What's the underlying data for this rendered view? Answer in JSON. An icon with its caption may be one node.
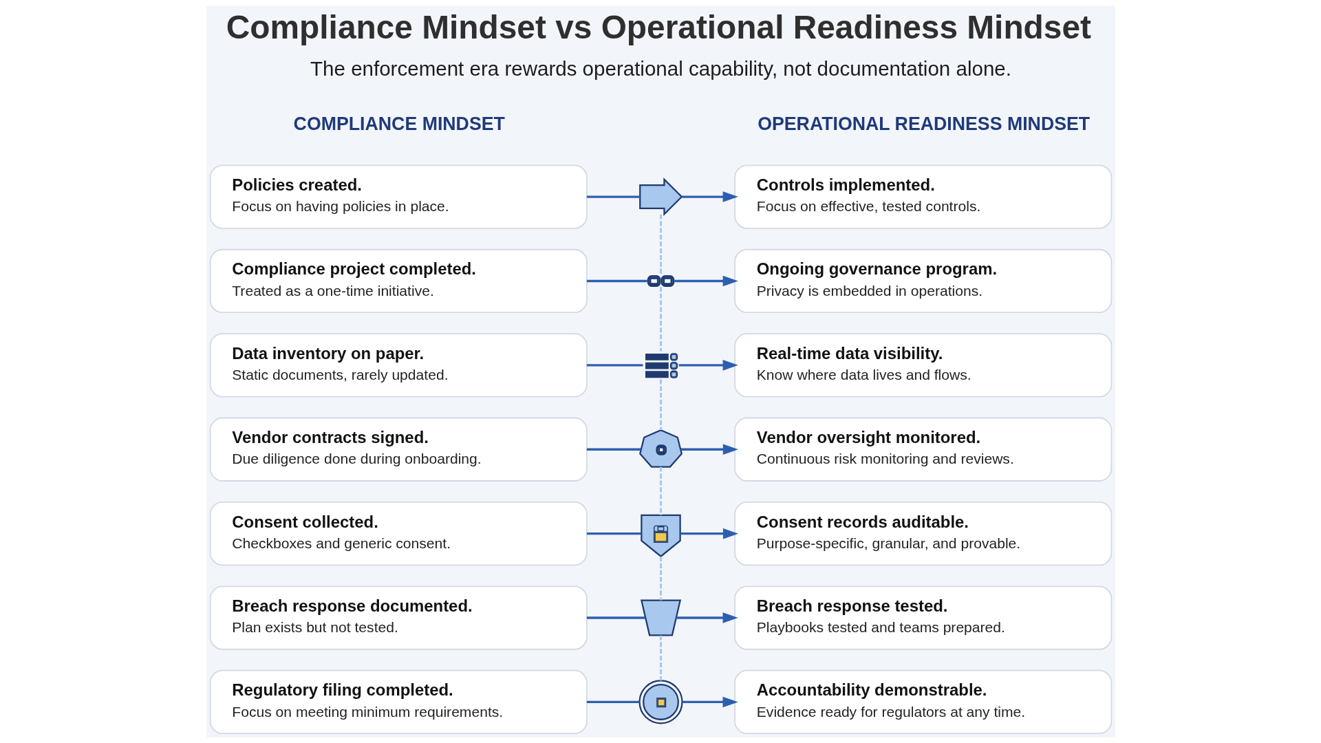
{
  "diagram": {
    "title": "Compliance Mindset vs Operational Readiness Mindset",
    "nodes": [
      {
        "text": [
          "Policies created.",
          "Focus on having policies in place."
        ]
      },
      {
        "text": [],
        "shape": "picture"
      },
      {
        "text": [
          "Controls implemented.",
          "Focus on effective, tested controls."
        ]
      },
      {
        "text": [
          "Compliance project completed.",
          "Treated as a one-time initiative."
        ]
      },
      {
        "text": [],
        "shape": "picture"
      },
      {
        "text": [
          "Ongoing governance program.",
          "Privacy is embedded in operations."
        ]
      },
      {
        "text": [
          "Data inventory on paper.",
          "Static documents, rarely updated."
        ]
      },
      {
        "text": [],
        "shape": "picture"
      },
      {
        "text": [
          "Real-time data visibility.",
          "Know where data lives and flows."
        ]
      },
      {
        "text": [
          "Vendor contracts signed.",
          "Due diligence done during onboarding."
        ]
      },
      {
        "text": [],
        "shape": "picture"
      },
      {
        "text": [
          "Vendor oversight monitored.",
          "Continuous risk monitoring and reviews."
        ]
      },
      {
        "text": [
          "Consent collected.",
          "Checkboxes and generic consent."
        ]
      },
      {
        "text": [],
        "shape": "picture"
      },
      {
        "text": [
          "Consent records auditable.",
          "Purpose-specific, granular, and provable."
        ]
      },
      {
        "text": [
          "Breach response documented.",
          "Plan exists but not tested."
        ]
      },
      {
        "text": [],
        "shape": "picture"
      },
      {
        "text": [
          "Breach response tested.",
          "Playbooks tested and teams prepared."
        ]
      },
      {
        "text": [
          "Regulatory filing completed.",
          "Focus on meeting minimum requirements."
        ]
      },
      {
        "text": [],
        "shape": "picture"
      },
      {
        "text": [
          "Accountability demonstrable.",
          "Evidence ready for regulators at any time."
        ]
      }
    ],
    "edges": [
      {
        "from": 0,
        "to": 1,
        "arrow": "none"
      },
      {
        "from": 1,
        "to": 2,
        "arrow": "to"
      },
      {
        "from": 3,
        "to": 4,
        "arrow": "none"
      },
      {
        "from": 4,
        "to": 5,
        "arrow": "to"
      },
      {
        "from": 6,
        "to": 7,
        "arrow": "none"
      },
      {
        "from": 7,
        "to": 8,
        "arrow": "to"
      },
      {
        "from": 9,
        "to": 10,
        "arrow": "none"
      },
      {
        "from": 10,
        "to": 11,
        "arrow": "to"
      },
      {
        "from": 12,
        "to": 13,
        "arrow": "none"
      },
      {
        "from": 13,
        "to": 14,
        "arrow": "to"
      },
      {
        "from": 15,
        "to": 16,
        "arrow": "none"
      },
      {
        "from": 16,
        "to": 17,
        "arrow": "to"
      },
      {
        "from": 18,
        "to": 19,
        "arrow": "none"
      },
      {
        "from": 19,
        "to": 20,
        "arrow": "to"
      },
      {
        "from": 1,
        "to": 4,
        "arrow": "none",
        "style": "dashed",
        "color": "#a9c8ee"
      },
      {
        "from": 4,
        "to": 7,
        "arrow": "none",
        "style": "dashed",
        "color": "#a9c8ee"
      },
      {
        "from": 7,
        "to": 10,
        "arrow": "none",
        "style": "dashed",
        "color": "#a9c8ee"
      },
      {
        "from": 10,
        "to": 13,
        "arrow": "none",
        "style": "dashed",
        "color": "#a9c8ee"
      },
      {
        "from": 13,
        "to": 16,
        "arrow": "none",
        "style": "dashed",
        "color": "#a9c8ee"
      },
      {
        "from": 16,
        "to": 19,
        "arrow": "none",
        "style": "dashed",
        "color": "#a9c8ee"
      }
    ],
    "labels": [
      "The enforcement era rewards operational capability, not documentation alone.",
      "COMPLIANCE MINDSET",
      "OPERATIONAL READINESS MINDSET"
    ]
  }
}
